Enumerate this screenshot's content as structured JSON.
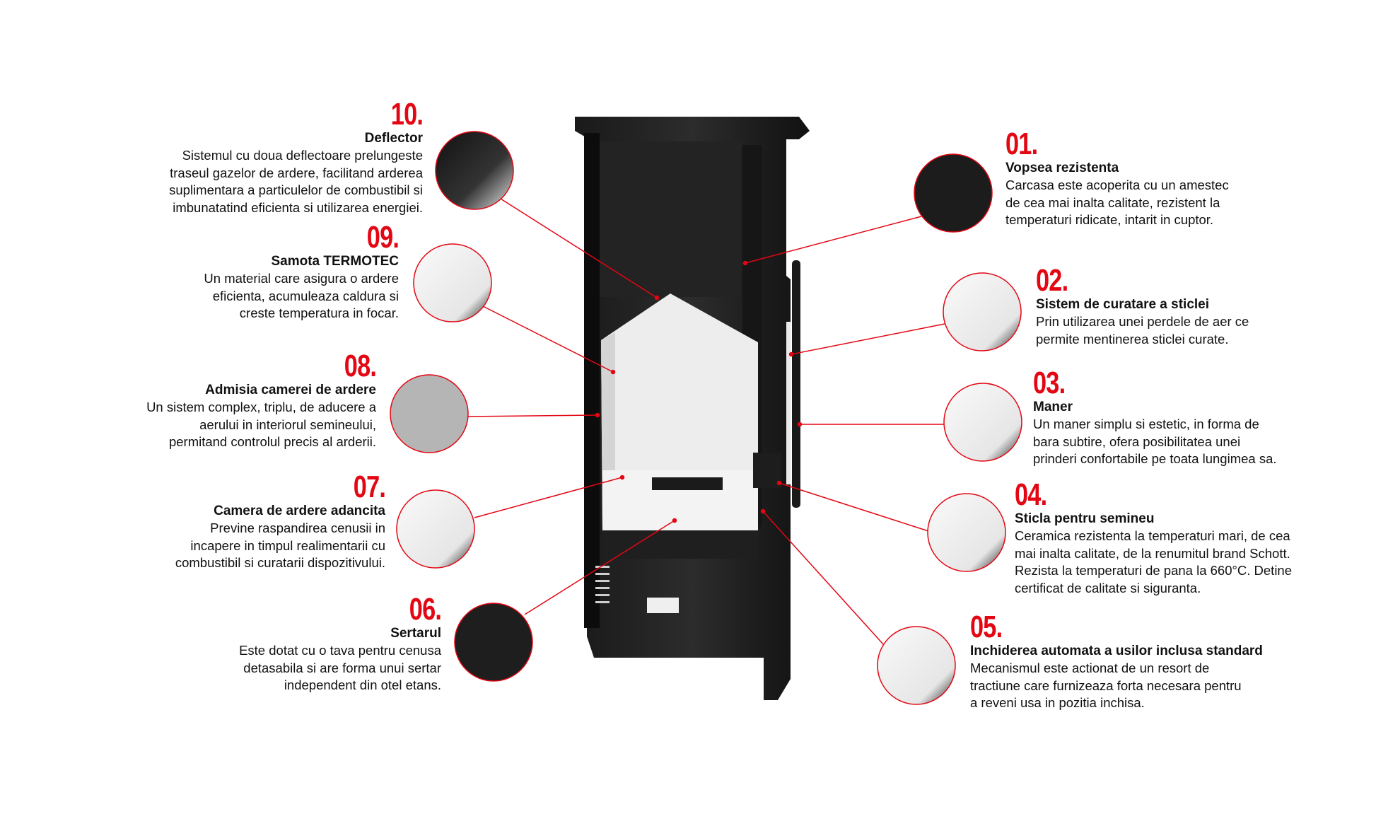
{
  "accent_color": "#e30613",
  "features": [
    {
      "num": "01.",
      "title": "Vopsea rezistenta",
      "lines": [
        "Carcasa este acoperita cu un amestec",
        "de cea mai inalta calitate, rezistent la",
        "temperaturi ridicate, intarit in cuptor."
      ]
    },
    {
      "num": "02.",
      "title": "Sistem de curatare a sticlei",
      "lines": [
        "Prin utilizarea unei perdele de aer ce",
        "permite mentinerea sticlei curate."
      ]
    },
    {
      "num": "03.",
      "title": "Maner",
      "lines": [
        "Un maner simplu si estetic, in forma de",
        "bara subtire, ofera posibilitatea unei",
        "prinderi confortabile pe toata lungimea sa."
      ]
    },
    {
      "num": "04.",
      "title": "Sticla pentru semineu",
      "lines": [
        "Ceramica rezistenta la temperaturi mari, de cea",
        "mai inalta calitate, de la renumitul brand Schott.",
        "Rezista la temperaturi de pana la 660°C. Detine",
        "certificat de calitate si siguranta."
      ]
    },
    {
      "num": "05.",
      "title": "Inchiderea automata a usilor inclusa standard",
      "lines": [
        "Mecanismul este actionat de un resort de",
        "tractiune care furnizeaza forta necesara pentru",
        "a reveni usa in pozitia inchisa."
      ]
    },
    {
      "num": "06.",
      "title": "Sertarul",
      "lines": [
        "Este dotat cu o tava pentru cenusa",
        "detasabila si are forma unui sertar",
        "independent din otel etans."
      ]
    },
    {
      "num": "07.",
      "title": "Camera de ardere adancita",
      "lines": [
        "Previne raspandirea cenusii in",
        "incapere in timpul realimentarii cu",
        "combustibil si curatarii dispozitivului."
      ]
    },
    {
      "num": "08.",
      "title": "Admisia camerei de ardere",
      "lines": [
        "Un sistem complex, triplu, de aducere a",
        "aerului in interiorul semineului,",
        "permitand controlul precis al arderii."
      ]
    },
    {
      "num": "09.",
      "title": "Samota TERMOTEC",
      "lines": [
        "Un material care asigura o ardere",
        "eficienta, acumuleaza caldura si",
        "creste temperatura in focar."
      ]
    },
    {
      "num": "10.",
      "title": "Deflector",
      "lines": [
        "Sistemul cu doua deflectoare prelungeste",
        "traseul gazelor de ardere, facilitand arderea",
        "suplimentara a particulelor de combustibil si",
        "imbunatatind eficienta si utilizarea energiei."
      ]
    }
  ]
}
